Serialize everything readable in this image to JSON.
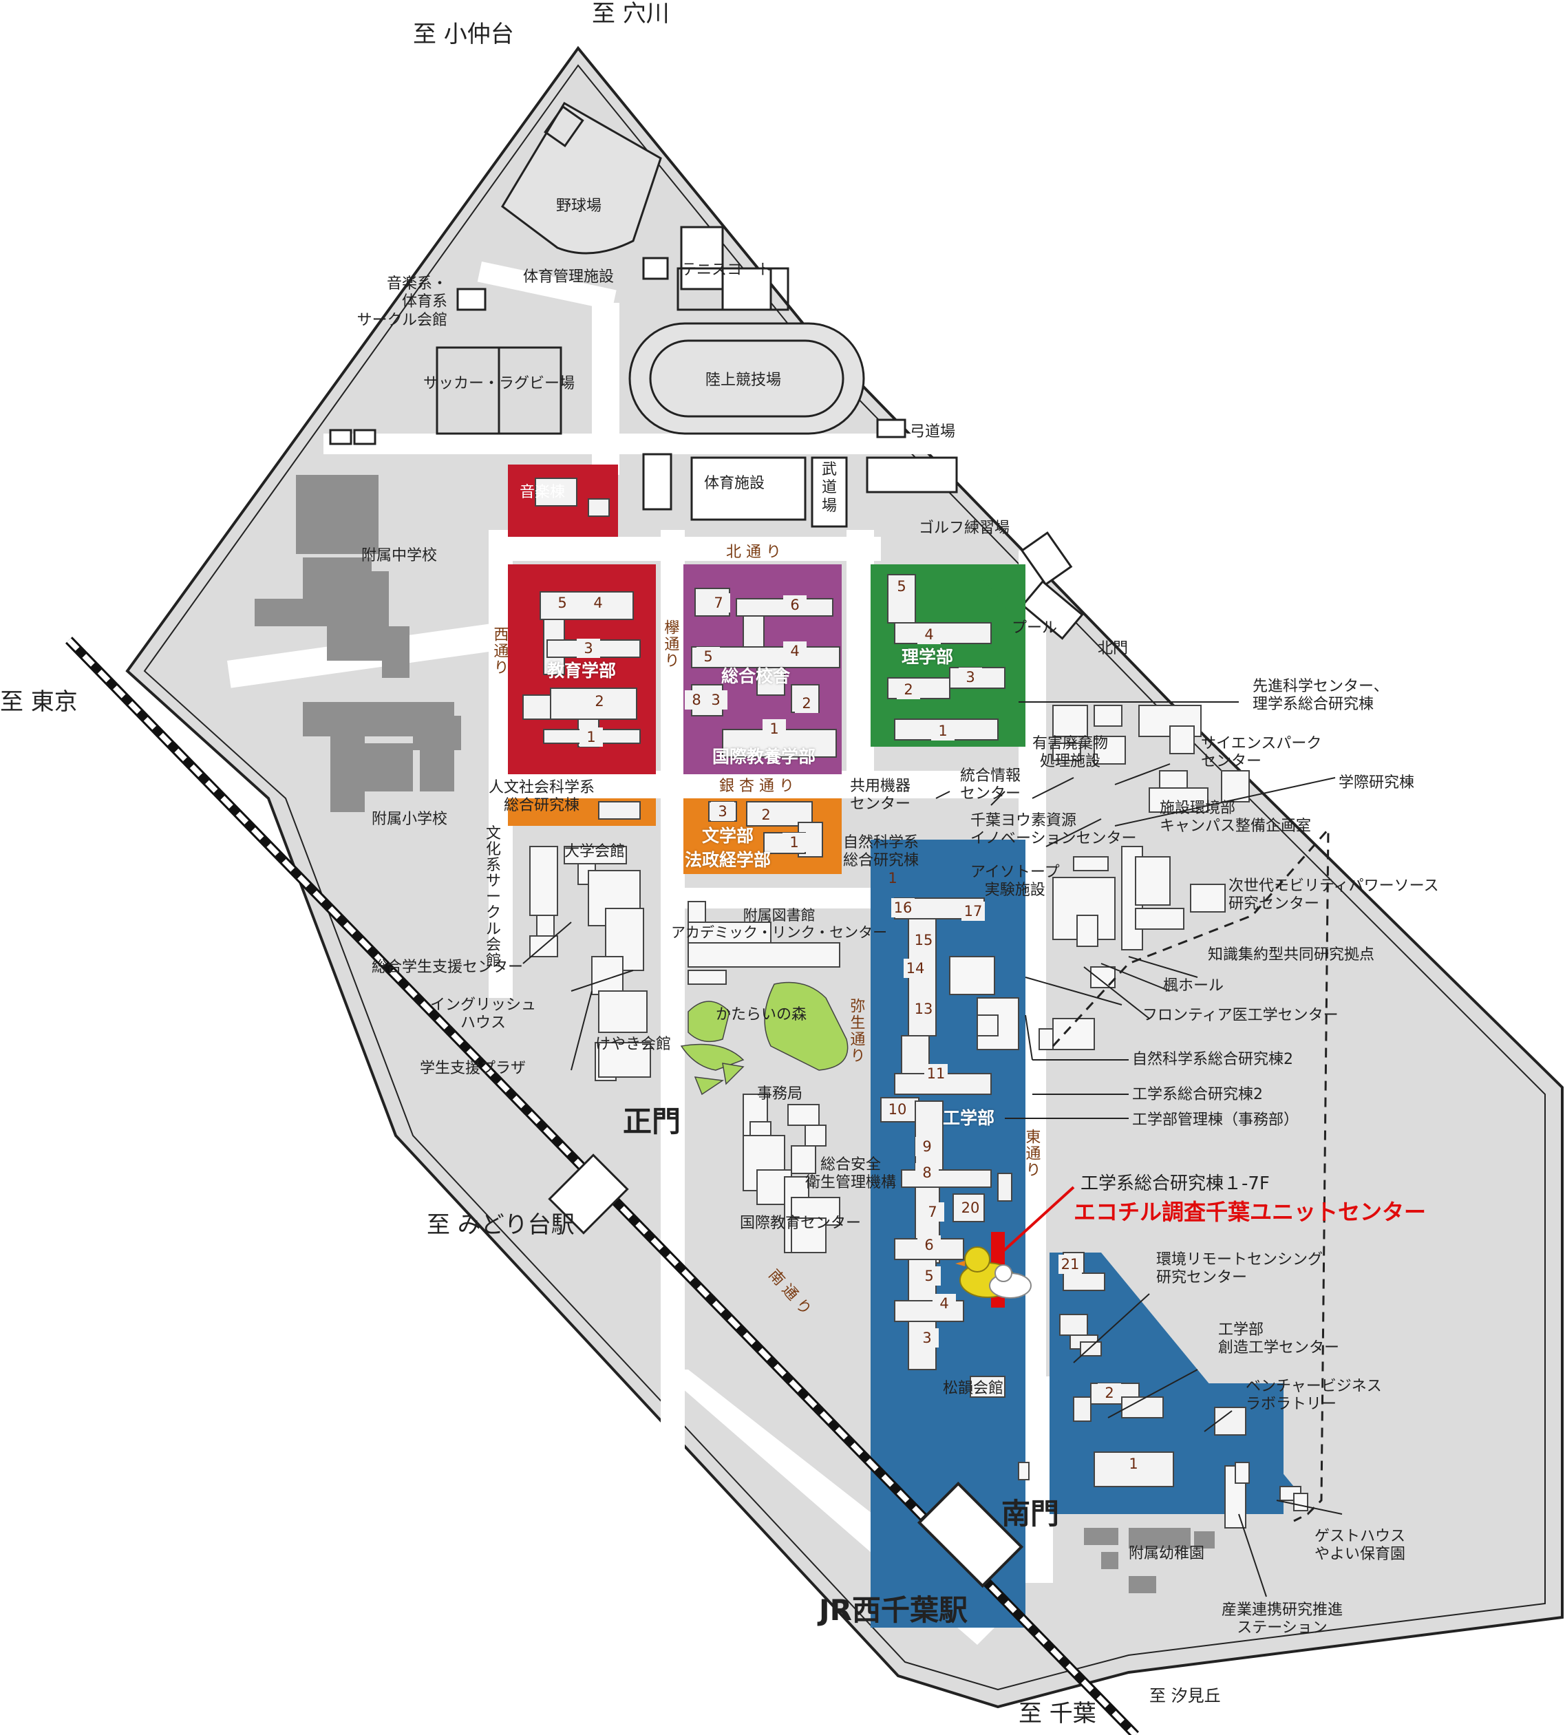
{
  "directions": {
    "kotehashidai": "至 小仲台",
    "anagawa": "至 穴川",
    "tokyo": "至 東京",
    "midoridai": "至 みどり台駅",
    "shiomigaoka": "至 汐見丘",
    "chiba": "至 千葉"
  },
  "gates": {
    "main": "正門",
    "south": "南門",
    "north": "北門"
  },
  "station": "JR西千葉駅",
  "roads": {
    "north": "北 通 り",
    "ginkgo": "銀 杏 通 り",
    "west": "西通り",
    "keyaki": "欅通り",
    "yayoi": "弥生通り",
    "east": "東通り",
    "south": "南 通 り"
  },
  "faculties": {
    "education": "教育学部",
    "general": "総合校舎",
    "liberal_arts": "国際教養学部",
    "science": "理学部",
    "letters": "文学部",
    "law_econ": "法政経学部",
    "engineering": "工学部",
    "music": "音楽棟"
  },
  "facilities": {
    "baseball": "野球場",
    "sports_mgmt": "体育管理施設",
    "tennis": "テニスコート",
    "circle": "音楽系・\n体育系\nサークル会館",
    "athletics": "陸上競技場",
    "soccer": "サッカー・ラグビー場",
    "archery": "弓道場",
    "gym": "体育施設",
    "budo": "武\n道\n場",
    "golf": "ゴルフ練習場",
    "junior_high": "附属中学校",
    "elementary": "附属小学校",
    "pool": "プール",
    "humanities_research": "人文社会科学系\n総合研究棟",
    "univ_hall": "大学会館",
    "culture_circle": "文\n化\n系\nサ\nー\nク\nル\n会\n館",
    "student_support": "総合学生支援センター",
    "english_house": "イングリッシュ\nハウス",
    "keyaki_hall": "けやき会館",
    "student_plaza": "学生支援プラザ",
    "library": "附属図書館\nアカデミック・リンク・センター",
    "forest": "かたらいの森",
    "admin": "事務局",
    "safety": "総合安全\n衛生管理機構",
    "intl_edu": "国際教育センター",
    "shoin": "松韻会館",
    "kindergarten": "附属幼稚園",
    "shared_equip": "共用機器\nセンター",
    "info_center": "統合情報\nセンター",
    "iodine": "千葉ヨウ素資源\nイノベーションセンター",
    "natsci_research": "自然科学系\n総合研究棟",
    "isotope": "アイソトープ\n実験施設",
    "advanced_science": "先進科学センター、\n理学系総合研究棟",
    "hazardous": "有害廃棄物\n処理施設",
    "science_park": "サイエンスパーク\nセンター",
    "interdisciplinary": "学際研究棟",
    "campus_planning": "施設環境部\nキャンパス整備企画室",
    "mobility": "次世代モビリティパワーソース\n研究センター",
    "knowledge": "知識集約型共同研究拠点",
    "kaede": "楓ホール",
    "frontier": "フロンティア医工学センター",
    "natsci_research2": "自然科学系総合研究棟2",
    "eng_research2": "工学系総合研究棟2",
    "eng_admin": "工学部管理棟（事務部）",
    "remote_sensing": "環境リモートセンシング\n研究センター",
    "eng_creative": "工学部\n創造工学センター",
    "venture": "ベンチャービジネス\nラボラトリー",
    "guest_house": "ゲストハウス\nやよい保育園",
    "industry": "産業連携研究推進\nステーション"
  },
  "highlight": {
    "building": "工学系総合研究棟１‐7F",
    "name": "エコチル調査千葉ユニットセンター"
  },
  "building_numbers": {
    "education": [
      "5",
      "4",
      "3",
      "2",
      "1"
    ],
    "general": [
      "7",
      "6",
      "5",
      "4",
      "8",
      "3",
      "2",
      "1"
    ],
    "science": [
      "5",
      "4",
      "3",
      "2",
      "1"
    ],
    "letters": [
      "3",
      "2",
      "1"
    ],
    "engineering": [
      "16",
      "17",
      "15",
      "14",
      "13",
      "11",
      "10",
      "9",
      "8",
      "7",
      "20",
      "6",
      "5",
      "4",
      "3",
      "21",
      "2",
      "1"
    ],
    "natsci": "1"
  },
  "colors": {
    "ground": "#dcdcdc",
    "building_gray": "#8f8f8f",
    "road": "#ffffff",
    "education": "#c21a2b",
    "general": "#9a4a8e",
    "science": "#2e9040",
    "letters": "#e8821c",
    "engineering": "#2e6fa4",
    "highlight": "#e00b0b",
    "forest": "#a9d65e",
    "road_label": "#7a3b12"
  },
  "icons": [
    "duck-mascot-icon",
    "railway-track-icon"
  ]
}
